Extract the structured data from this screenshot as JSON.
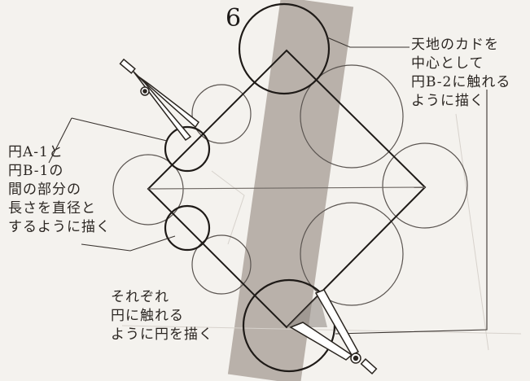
{
  "step_number": "6",
  "annotations": {
    "top_right": [
      "天地のカドを",
      "中心として",
      "円B-2に触れる",
      "ように描く"
    ],
    "left": [
      "円A-1と",
      "円B-1の",
      "間の部分の",
      "長さを直径と",
      "するように描く"
    ],
    "bottom": [
      "それぞれ",
      "円に触れる",
      "ように円を描く"
    ]
  },
  "colors": {
    "background": "#f4f2ee",
    "band": "#b9b1aa",
    "line": "#1e1a17",
    "faint_circle": "#5a5450",
    "compass": "#2a2520"
  }
}
